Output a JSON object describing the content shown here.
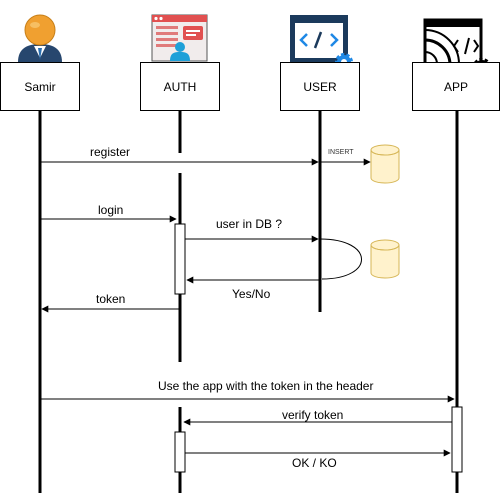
{
  "actors": [
    {
      "name": "Samir",
      "icon": "user-avatar-icon"
    },
    {
      "name": "AUTH",
      "icon": "auth-form-icon"
    },
    {
      "name": "USER",
      "icon": "code-window-gear-icon"
    },
    {
      "name": "APP",
      "icon": "web-app-gear-icon"
    }
  ],
  "messages": {
    "register": "register",
    "insert": "INSERT",
    "login": "login",
    "user_in_db": "user in DB ?",
    "yes_no": "Yes/No",
    "token": "token",
    "use_app": "Use the app with the token in the header",
    "verify_token": "verify token",
    "ok_ko": "OK / KO"
  },
  "colors": {
    "line": "#000000",
    "db_fill": "#fff2cc",
    "db_stroke": "#d6b656",
    "icon_blue": "#1e88e5",
    "icon_dark": "#1b3a5c",
    "avatar_orange": "#f0a030"
  }
}
